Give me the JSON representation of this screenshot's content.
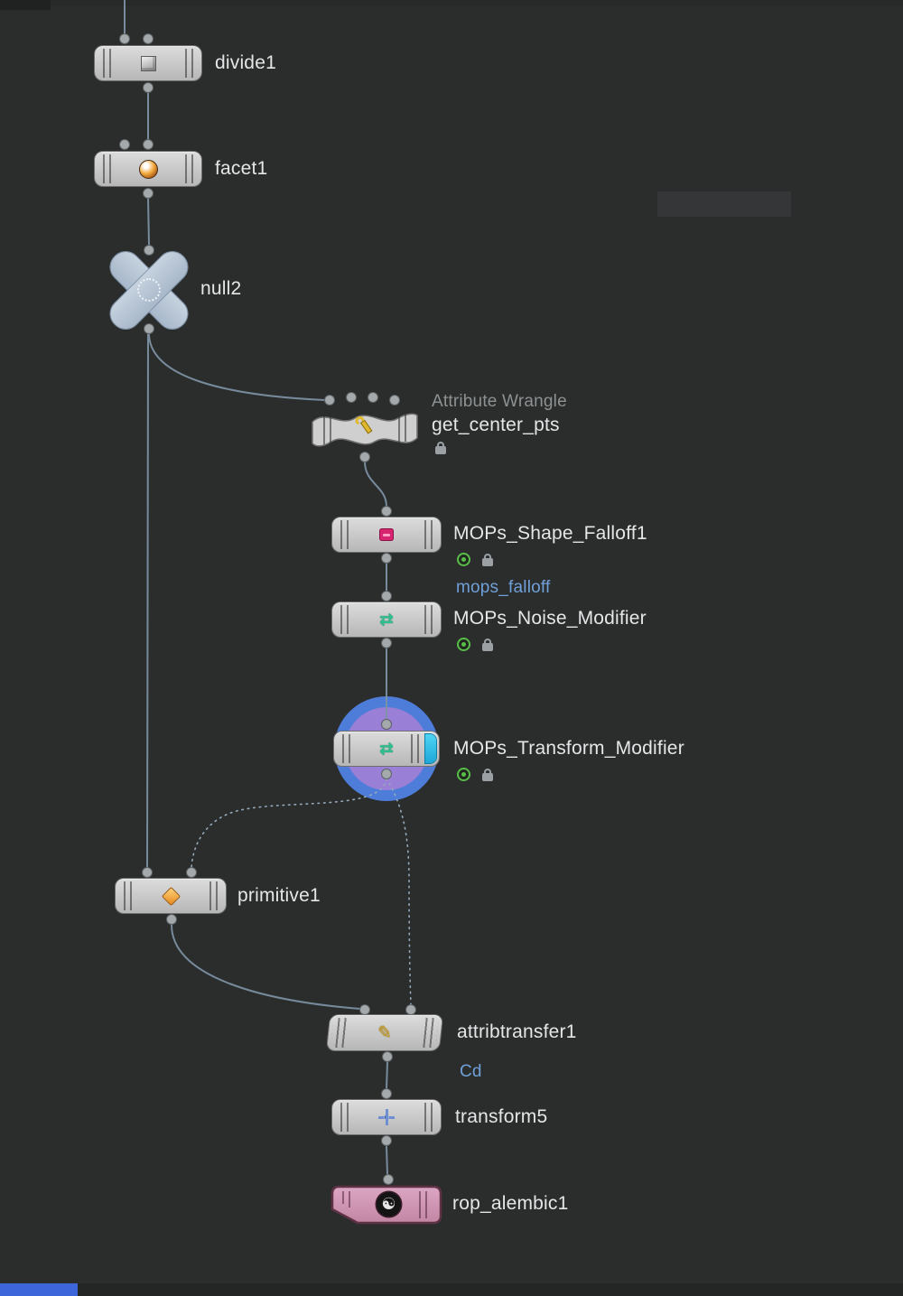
{
  "editor": {
    "name": "houdini-network-editor"
  },
  "colors": {
    "background": "#2b2d2d",
    "wire": "#7e93a6",
    "node_body": "#c8c8c8",
    "label": "#e4e6e7",
    "dim_label": "#8d9192",
    "link_label": "#6fa0d8",
    "rop_node_pink": "#d1a0bd",
    "display_flag_cyan": "#2fc4ee",
    "ring_outer_blue": "#4d7dd8",
    "ring_inner_purple": "#997fd6",
    "null_node_blue": "#b7c5d6",
    "mops_icon_teal": "#2fbf8f",
    "falloff_icon_magenta": "#d6256e",
    "primitive_icon_orange": "#e68a1e",
    "flag_badge_green": "#59bd4a",
    "bottom_bar_blue": "#3c66d9"
  },
  "glyphs": {
    "mops": "⇄",
    "pencil": "✎",
    "yin_yang": "☯"
  },
  "nodes": [
    {
      "id": "divide1",
      "label": "divide1"
    },
    {
      "id": "facet1",
      "label": "facet1"
    },
    {
      "id": "null2",
      "label": "null2"
    },
    {
      "id": "get_center_pts",
      "label": "get_center_pts",
      "type_label": "Attribute Wrangle",
      "locked": true
    },
    {
      "id": "MOPs_Shape_Falloff1",
      "label": "MOPs_Shape_Falloff1",
      "sub_label": "mops_falloff"
    },
    {
      "id": "MOPs_Noise_Modifier",
      "label": "MOPs_Noise_Modifier"
    },
    {
      "id": "MOPs_Transform_Modifier",
      "label": "MOPs_Transform_Modifier"
    },
    {
      "id": "primitive1",
      "label": "primitive1"
    },
    {
      "id": "attribtransfer1",
      "label": "attribtransfer1",
      "sub_label": "Cd"
    },
    {
      "id": "transform5",
      "label": "transform5"
    },
    {
      "id": "rop_alembic1",
      "label": "rop_alembic1"
    }
  ]
}
